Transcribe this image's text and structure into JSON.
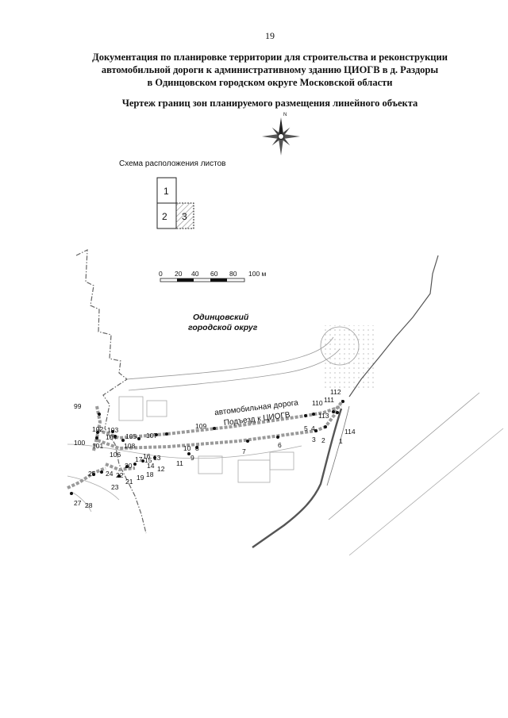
{
  "page_number": "19",
  "title_lines": [
    "Документация по планировке территории для строительства и реконструкции",
    "автомобильной дороги к административному зданию ЦИОГВ в д. Раздоры",
    "в Одинцовском городском округе Московской области"
  ],
  "drawing_title": "Чертеж границ зон планируемого размещения линейного объекта",
  "sheet_scheme": {
    "label": "Схема расположения листов",
    "sheets": [
      "1",
      "2",
      "3"
    ],
    "current_sheet": "3"
  },
  "compass": {
    "north_label": "N"
  },
  "scale_bar": {
    "ticks": [
      "0",
      "20",
      "40",
      "60",
      "80",
      "100 м"
    ]
  },
  "map": {
    "region_label_lines": [
      "Одинцовский",
      "городской округ"
    ],
    "road_label_lines": [
      "автомобильная дорога",
      "Подъезд к ЦИОГВ"
    ],
    "colors": {
      "boundary": "#555555",
      "road_fill": "#9a9a9a",
      "hatch": "#777777"
    },
    "point_labels": [
      "99",
      "100",
      "101",
      "102",
      "103",
      "104",
      "105",
      "106",
      "107",
      "108",
      "109",
      "110",
      "111",
      "112",
      "113",
      "114",
      "1",
      "2",
      "3",
      "4",
      "5",
      "6",
      "7",
      "8",
      "9",
      "10",
      "11",
      "12",
      "13",
      "14",
      "15",
      "16",
      "17",
      "18",
      "19",
      "20",
      "21",
      "22",
      "23",
      "24",
      "25",
      "27",
      "28"
    ]
  }
}
